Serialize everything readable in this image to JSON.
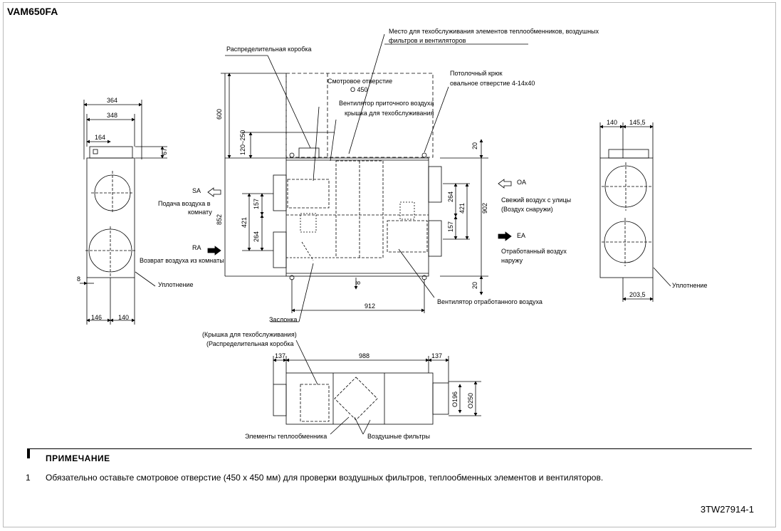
{
  "model": "VAM650FA",
  "labels": {
    "service_space": "Место для техобслуживания элементов теплообменников, воздушных",
    "service_space_2": "фильтров и вентиляторов",
    "distribution_box": "Распределительная коробка",
    "inspection_hole": "Смотровое отверстие",
    "inspection_hole_size": "O 450",
    "supply_fan": "Вентилятор приточного воздуха",
    "service_cover": "крышка для техобслуживания",
    "ceiling_hook": "Потолочный крюк",
    "ceiling_hook_size": "овальное отверстие 4-14x40",
    "sa": "SA",
    "sa_desc_1": "Подача воздуха в",
    "sa_desc_2": "комнату",
    "ra": "RA",
    "ra_desc": "Возврат воздуха из комнаты",
    "seal_left": "Уплотнение",
    "seal_right": "Уплотнение",
    "oa": "OA",
    "oa_desc_1": "Свежий воздух с улицы",
    "oa_desc_2": "(Воздух снаружи)",
    "ea": "EA",
    "ea_desc_1": "Отработанный воздух",
    "ea_desc_2": "наружу",
    "exhaust_fan": "Вентилятор отработанного воздуха",
    "damper": "Заслонка",
    "bottom_cover": "(Крышка для техобслуживания)",
    "bottom_box": "(Распределительная коробка",
    "heat_elements": "Элементы теплообменника",
    "air_filters": "Воздушные фильтры"
  },
  "dims": {
    "d364": "364",
    "d348": "348",
    "d164": "164",
    "d67": "67",
    "d8a": "8",
    "d146": "146",
    "d140a": "140",
    "d600": "600",
    "d120_250": "120~250",
    "d852": "852",
    "d421a": "421",
    "d157a": "157",
    "d264a": "264",
    "d20a": "20",
    "d20b": "20",
    "d264b": "264",
    "d421b": "421",
    "d902": "902",
    "d157b": "157",
    "d912": "912",
    "d8b": "8",
    "d140b": "140",
    "d145_5": "145,5",
    "d203_5": "203,5",
    "d137a": "137",
    "d988": "988",
    "d137b": "137",
    "d196": "O196",
    "d250": "O250"
  },
  "note": {
    "heading": "ПРИМЕЧАНИЕ",
    "number": "1",
    "text": "Обязательно оставьте смотровое отверстие (450 x 450 мм) для проверки воздушных фильтров, теплообменных элементов и вентиляторов."
  },
  "doc_number": "3TW27914-1"
}
